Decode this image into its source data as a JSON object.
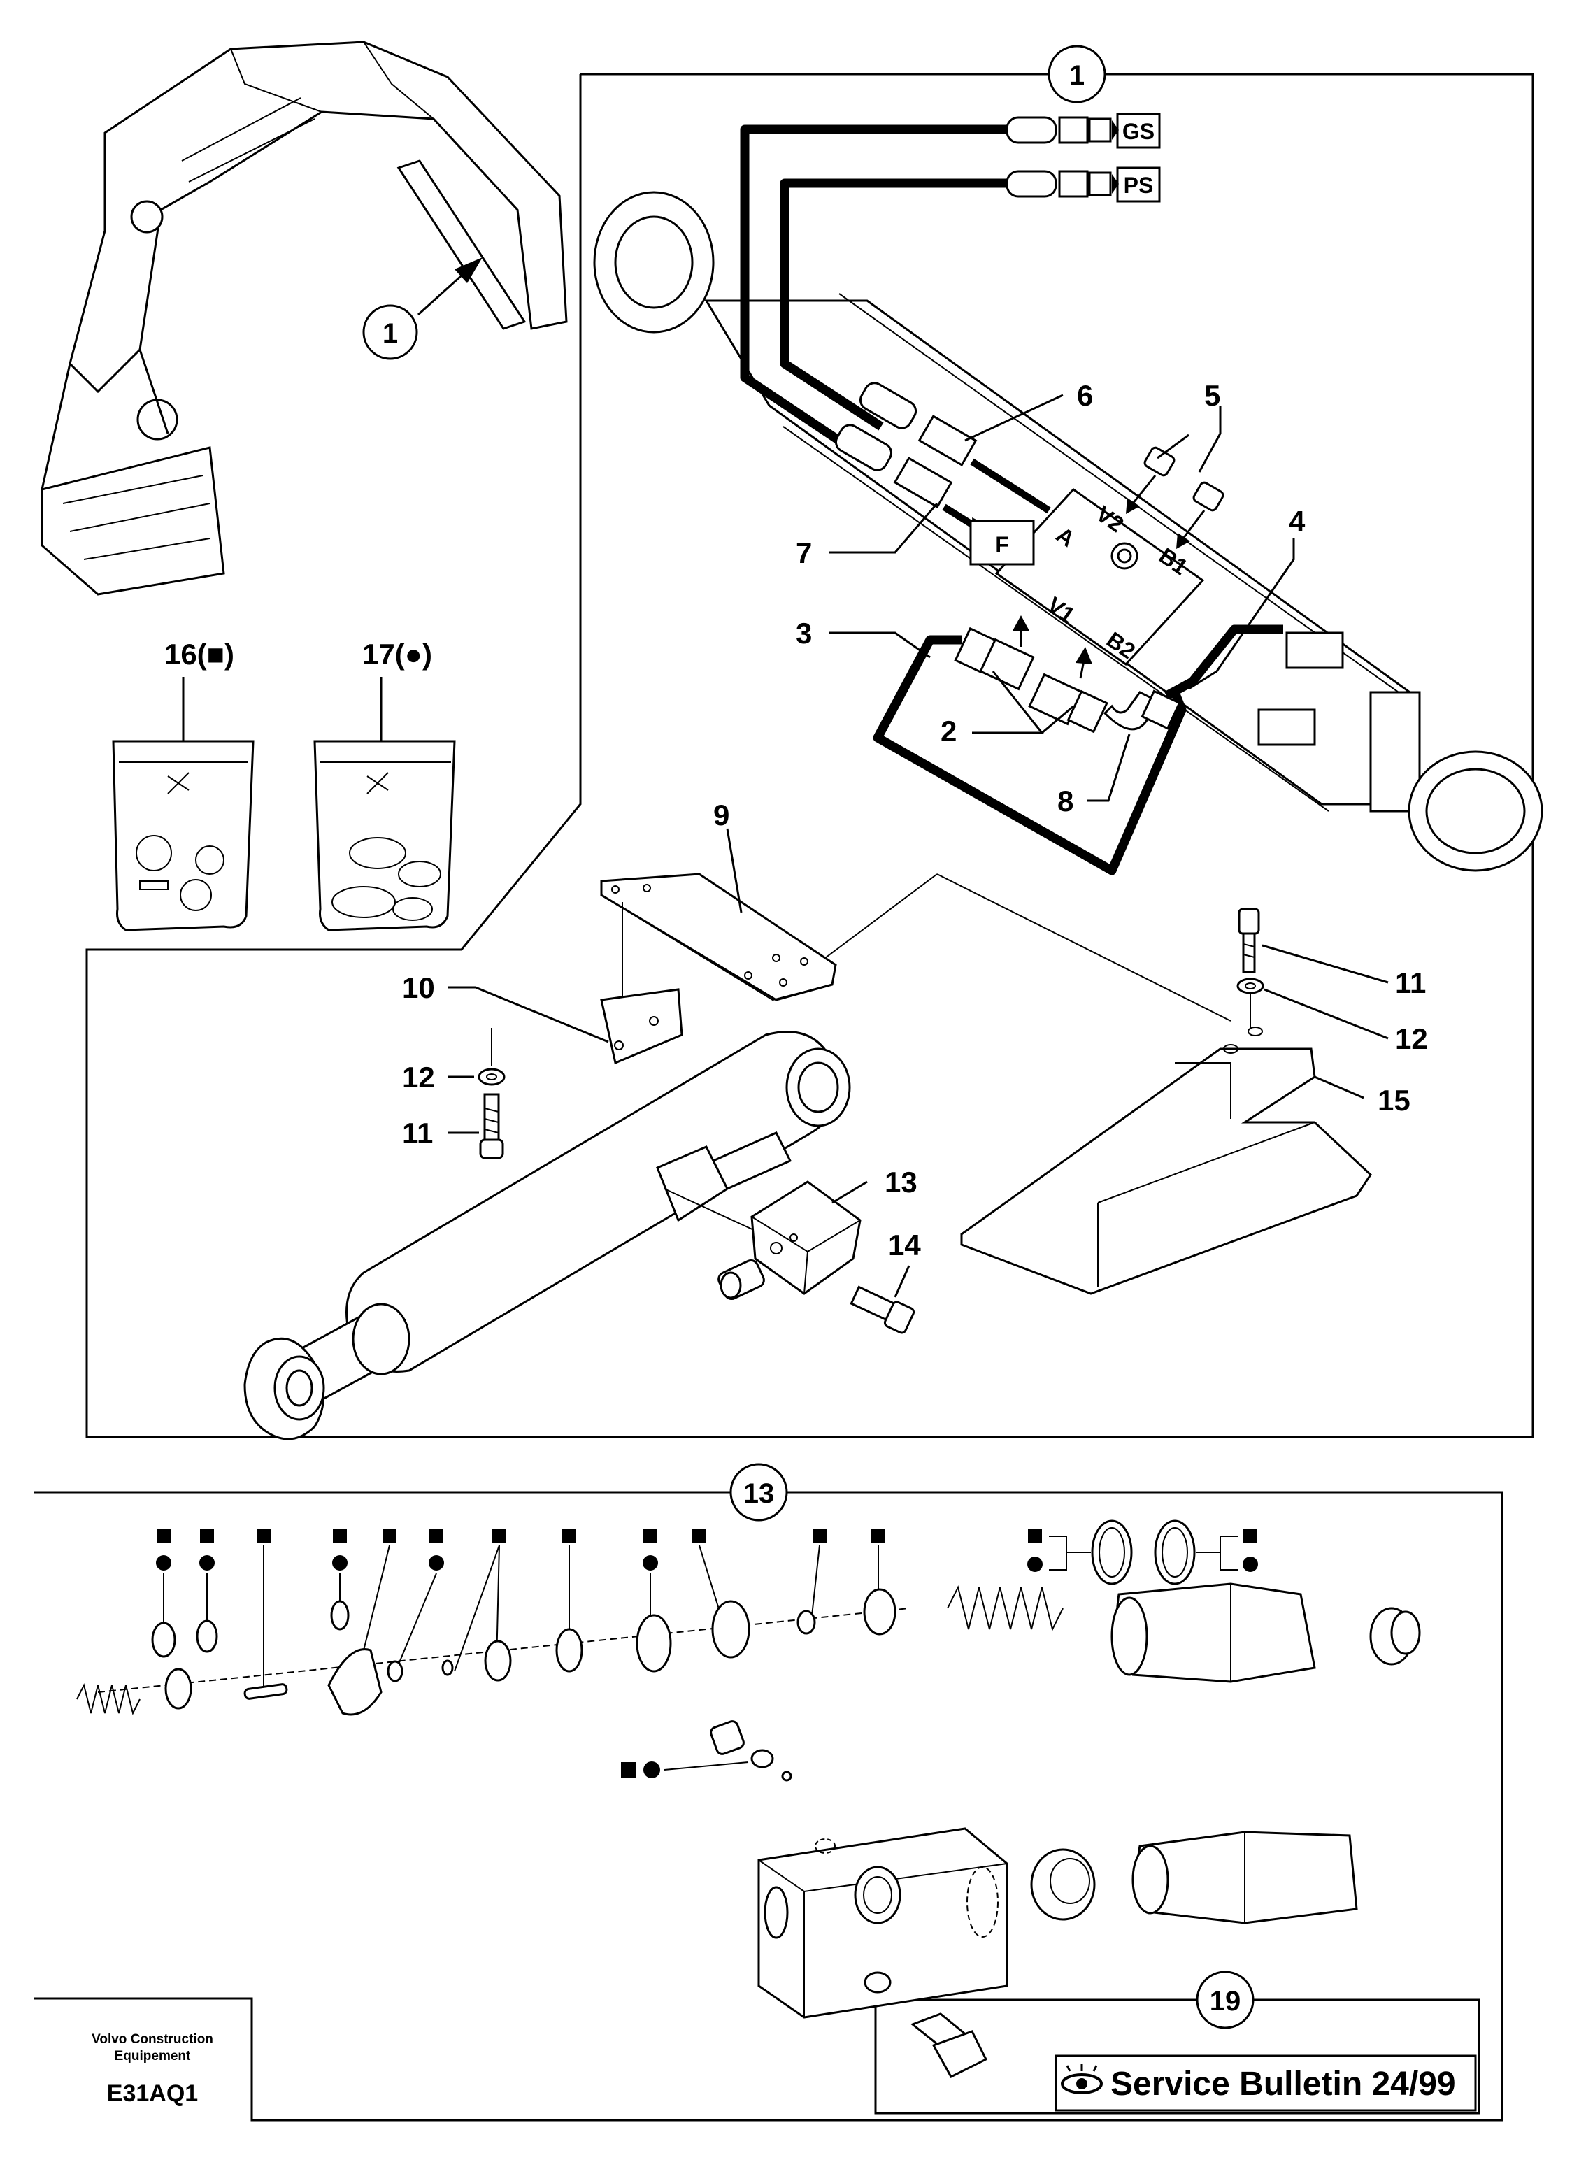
{
  "callouts": {
    "c1_top": "1",
    "c1_inset": "1",
    "c13": "13",
    "c19": "19",
    "p2": "2",
    "p3": "3",
    "p4": "4",
    "p5": "5",
    "p6": "6",
    "p7": "7",
    "p8": "8",
    "p9": "9",
    "p10": "10",
    "p11a": "11",
    "p11b": "11",
    "p12a": "12",
    "p12b": "12",
    "p13": "13",
    "p14": "14",
    "p15": "15",
    "p16": "16(■)",
    "p17": "17(●)"
  },
  "ports": {
    "gs": "GS",
    "ps": "PS",
    "f": "F",
    "a": "A",
    "v2": "V2",
    "b1": "B1",
    "v1": "V1",
    "b2": "B2"
  },
  "footer": {
    "company_line1": "Volvo Construction",
    "company_line2": "Equipement",
    "code": "E31AQ1",
    "service_bulletin": "Service Bulletin 24/99"
  },
  "legend": {
    "square": "■",
    "dot": "●"
  },
  "colors": {
    "ink": "#000000",
    "paper": "#ffffff"
  }
}
